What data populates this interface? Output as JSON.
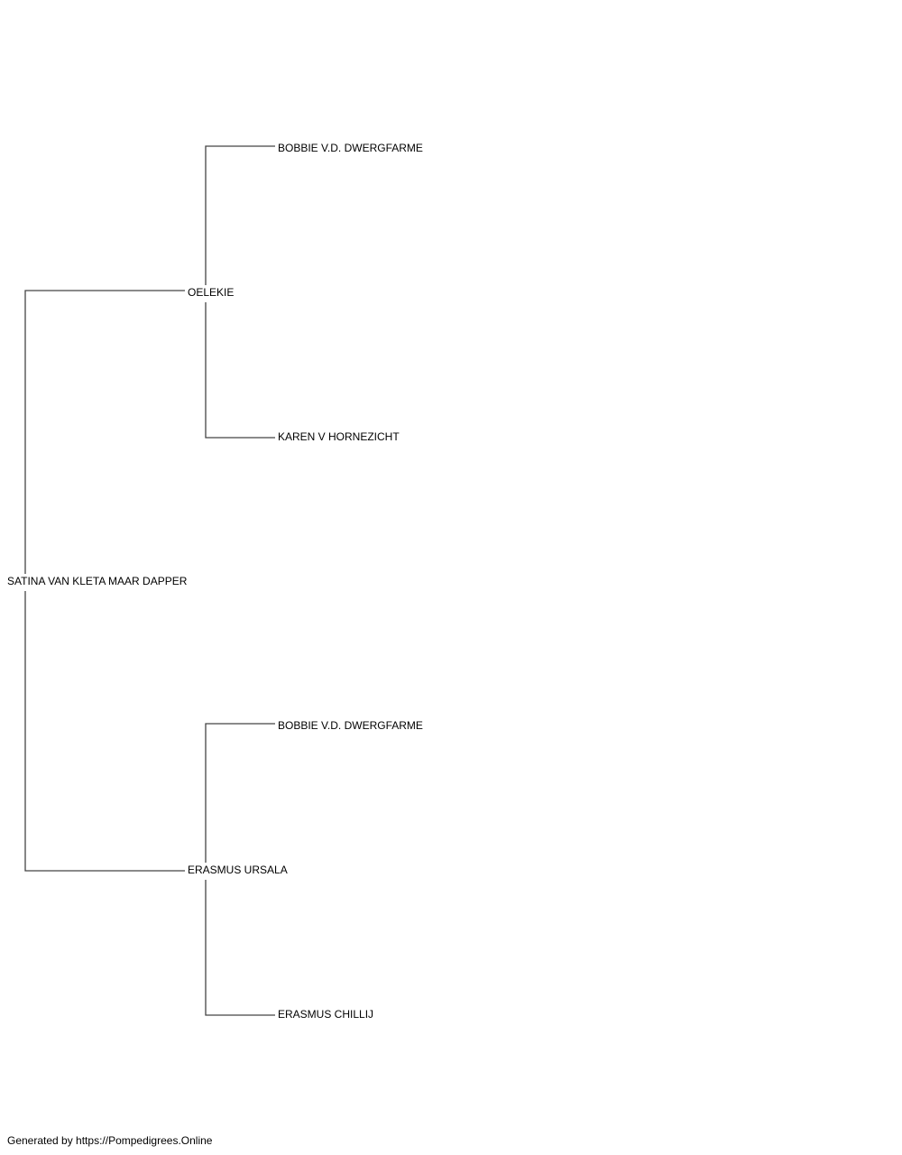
{
  "pedigree": {
    "subject": "SATINA VAN KLETA MAAR DAPPER",
    "sire": {
      "name": "OELEKIE",
      "sire": "BOBBIE V.D. DWERGFARME",
      "dam": "KAREN V HORNEZICHT"
    },
    "dam": {
      "name": "ERASMUS URSALA",
      "sire": "BOBBIE V.D. DWERGFARME",
      "dam": "ERASMUS CHILLIJ"
    }
  },
  "footer": {
    "text": "Generated by https://Pompedigrees.Online"
  }
}
